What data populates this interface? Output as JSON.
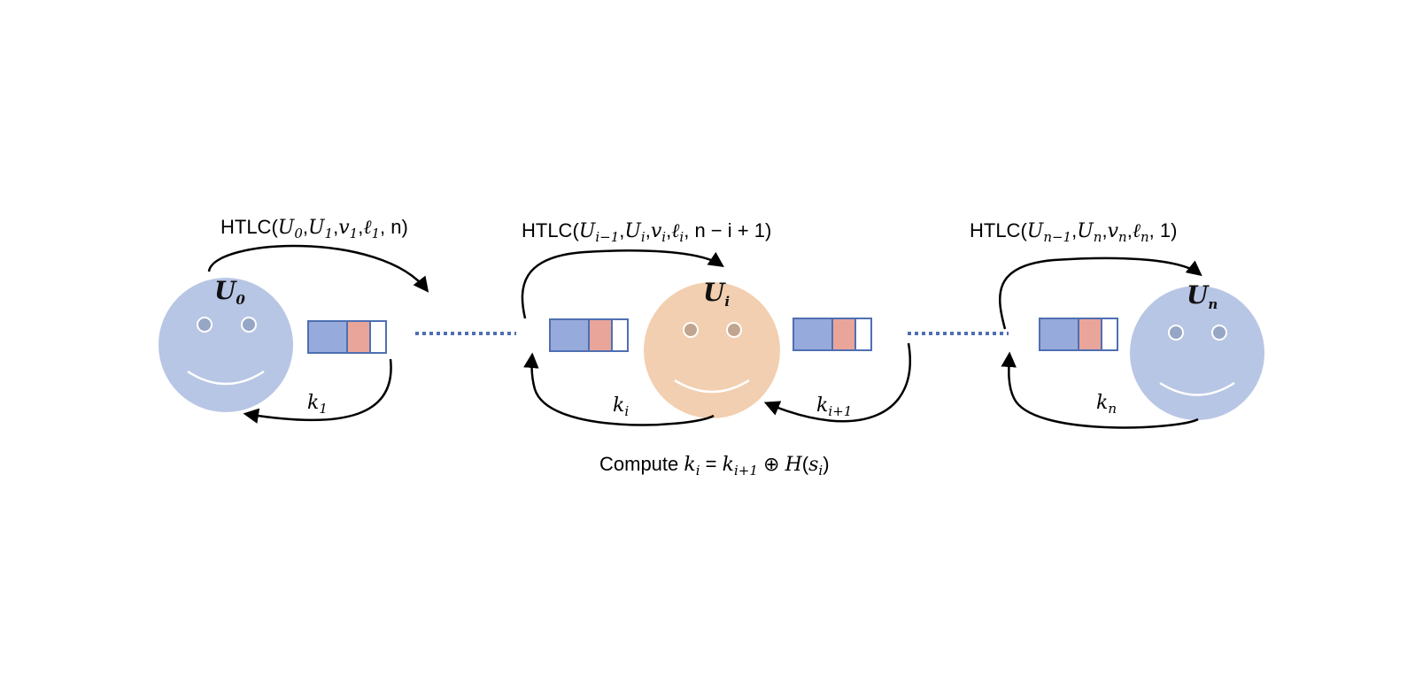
{
  "colors": {
    "blue_face": "#b8c6e5",
    "peach_face": "#f2cfb0",
    "eye_blue": "#96a6c6",
    "eye_peach": "#c2a58e",
    "cell_blue": "#97aadc",
    "cell_red": "#e9a59a",
    "cell_white": "#ffffff",
    "cell_border": "#4f6fb2",
    "dotted_line": "#4f6fb2",
    "arrow": "#000000"
  },
  "nodes": [
    {
      "base": "U",
      "sub": "0",
      "tone": "blue"
    },
    {
      "base": "U",
      "sub": "i",
      "tone": "peach"
    },
    {
      "base": "U",
      "sub": "n",
      "tone": "blue"
    }
  ],
  "htlc_labels": [
    {
      "prefix": "HTLC(",
      "u1": "U",
      "u1_sub": "0",
      "u2": "U",
      "u2_sub": "1",
      "v": "v",
      "v_sub": "1",
      "l": "ℓ",
      "l_sub": "1",
      "tail": ", n)"
    },
    {
      "prefix": "HTLC(",
      "u1": "U",
      "u1_sub": "i−1",
      "u2": "U",
      "u2_sub": "i",
      "v": "v",
      "v_sub": "i",
      "l": "ℓ",
      "l_sub": "i",
      "tail": ", n − i + 1)"
    },
    {
      "prefix": "HTLC(",
      "u1": "U",
      "u1_sub": "n−1",
      "u2": "U",
      "u2_sub": "n",
      "v": "v",
      "v_sub": "n",
      "l": "ℓ",
      "l_sub": "n",
      "tail": ", 1)"
    }
  ],
  "key_labels": [
    {
      "base": "k",
      "sub": "1"
    },
    {
      "base": "k",
      "sub": "i"
    },
    {
      "base": "k",
      "sub": "i+1"
    },
    {
      "base": "k",
      "sub": "n"
    }
  ],
  "formula": {
    "prefix": "Compute ",
    "k_left": "k",
    "k_left_sub": "i",
    "eq": " = ",
    "k_right": "k",
    "k_right_sub": "i+1",
    "xor": " ⊕ ",
    "hash": "H",
    "open": "(",
    "s": "s",
    "s_sub": "i",
    "close": ")"
  }
}
